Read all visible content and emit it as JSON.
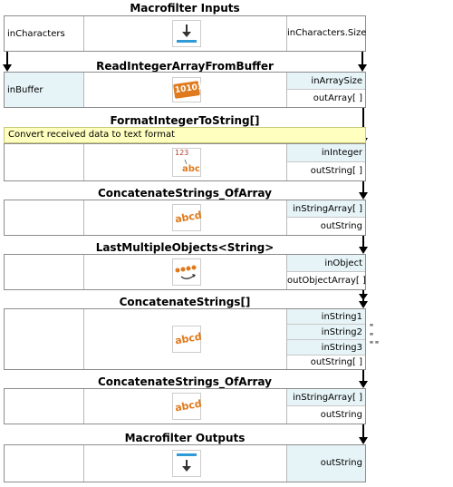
{
  "blocks": [
    {
      "title": "Macrofilter Inputs",
      "left_label": "inCharacters",
      "ports": [
        "inCharacters.Size"
      ]
    },
    {
      "title": "ReadIntegerArrayFromBuffer",
      "left_label": "inBuffer",
      "ports": [
        "inArraySize",
        "outArray[ ]"
      ],
      "icon_text": "10101"
    },
    {
      "title": "FormatIntegerToString[]",
      "comment": "Convert received data to text format",
      "ports": [
        "inInteger",
        "outString[ ]"
      ],
      "icon_top": "123",
      "icon_bottom": "abc"
    },
    {
      "title": "ConcatenateStrings_OfArray",
      "ports": [
        "inStringArray[ ]",
        "outString"
      ],
      "icon_text": "abcd"
    },
    {
      "title": "LastMultipleObjects<String>",
      "ports": [
        "inObject",
        "outObjectArray[ ]"
      ]
    },
    {
      "title": "ConcatenateStrings[]",
      "ports": [
        "inString1",
        "inString2",
        "inString3",
        "outString[ ]"
      ],
      "icon_text": "abcd",
      "constants": [
        "\"",
        "\"",
        "\"\""
      ]
    },
    {
      "title": "ConcatenateStrings_OfArray",
      "ports": [
        "inStringArray[ ]",
        "outString"
      ],
      "icon_text": "abcd"
    },
    {
      "title": "Macrofilter Outputs",
      "ports": [
        "outString"
      ]
    }
  ],
  "colors": {
    "port_blue": "#e6f3f7",
    "comment_bg": "#ffffc0",
    "accent_blue": "#2f9ad6",
    "icon_orange": "#e07a1c"
  }
}
